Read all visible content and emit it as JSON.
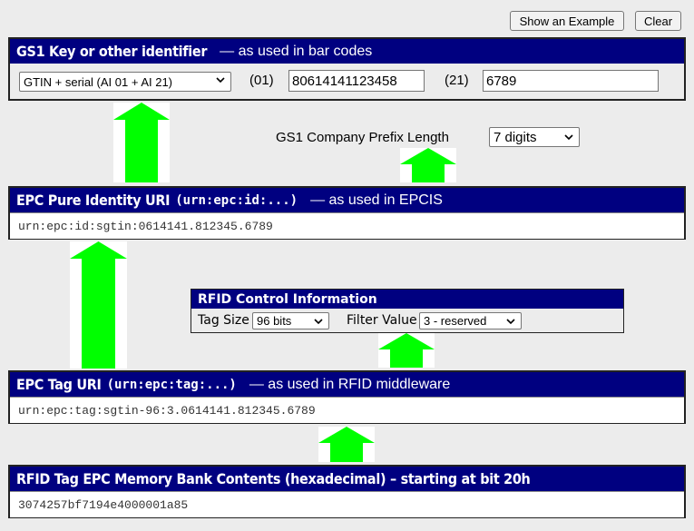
{
  "toolbar": {
    "show_example_label": "Show an Example",
    "clear_label": "Clear"
  },
  "gs1_key": {
    "title": "GS1 Key or other identifier",
    "subtitle": "— as used in bar codes",
    "key_type_selected": "GTIN + serial (AI 01 + AI 21)",
    "ai1_label": "(01)",
    "ai1_value": "80614141123458",
    "ai2_label": "(21)",
    "ai2_value": "6789"
  },
  "prefix": {
    "label": "GS1 Company Prefix Length",
    "selected": "7 digits"
  },
  "pure_identity": {
    "title": "EPC Pure Identity URI",
    "title_mono": "(urn:epc:id:...)",
    "subtitle": "— as used in EPCIS",
    "value": "urn:epc:id:sgtin:0614141.812345.6789"
  },
  "rfid_control": {
    "title": "RFID Control Information",
    "tag_size_label": "Tag Size",
    "tag_size_selected": "96 bits",
    "filter_label": "Filter Value",
    "filter_selected": "3 - reserved"
  },
  "tag_uri": {
    "title": "EPC Tag URI",
    "title_mono": "(urn:epc:tag:...)",
    "subtitle": "— as used in RFID middleware",
    "value": "urn:epc:tag:sgtin-96:3.0614141.812345.6789"
  },
  "memory_bank": {
    "title": "RFID Tag EPC Memory Bank Contents (hexadecimal) – starting at bit 20h",
    "value": "3074257bf7194e4000001a85"
  },
  "colors": {
    "header_bg": "#000080",
    "arrow": "#00ff00",
    "page_bg": "#ececec"
  }
}
